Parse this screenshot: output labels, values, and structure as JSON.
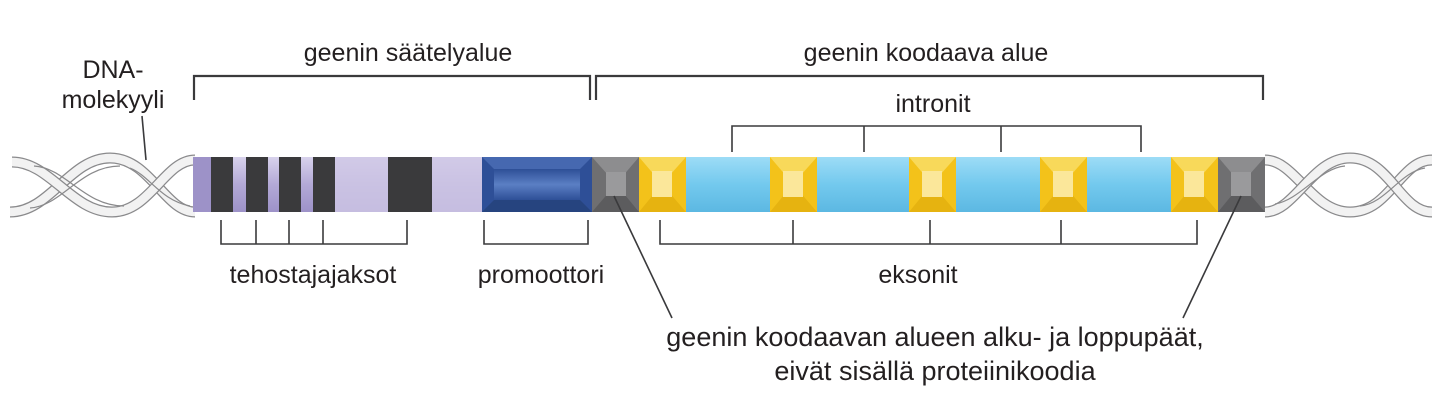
{
  "labels": {
    "dna_molecule_line1": "DNA-",
    "dna_molecule_line2": "molekyyli",
    "regulatory_region": "geenin säätelyalue",
    "coding_region": "geenin koodaava alue",
    "introns": "intronit",
    "enhancers": "tehostajajaksot",
    "promoter": "promoottori",
    "exons": "eksonit",
    "ends_line1": "geenin koodaavan alueen alku- ja loppupäät,",
    "ends_line2": "eivät sisällä proteiinikoodia"
  },
  "colors": {
    "regulatory_lavender": "#b3a9d6",
    "regulatory_light": "#cfc8e6",
    "enhancer_dark": "#3a3a3c",
    "promoter_blue": "#3c5fa8",
    "promoter_inner": "#5b7fc4",
    "utr_gray": "#7d7d7f",
    "exon_yellow": "#f6cf2d",
    "intron_blue": "#73c9ee",
    "line": "#3a3a3c"
  }
}
